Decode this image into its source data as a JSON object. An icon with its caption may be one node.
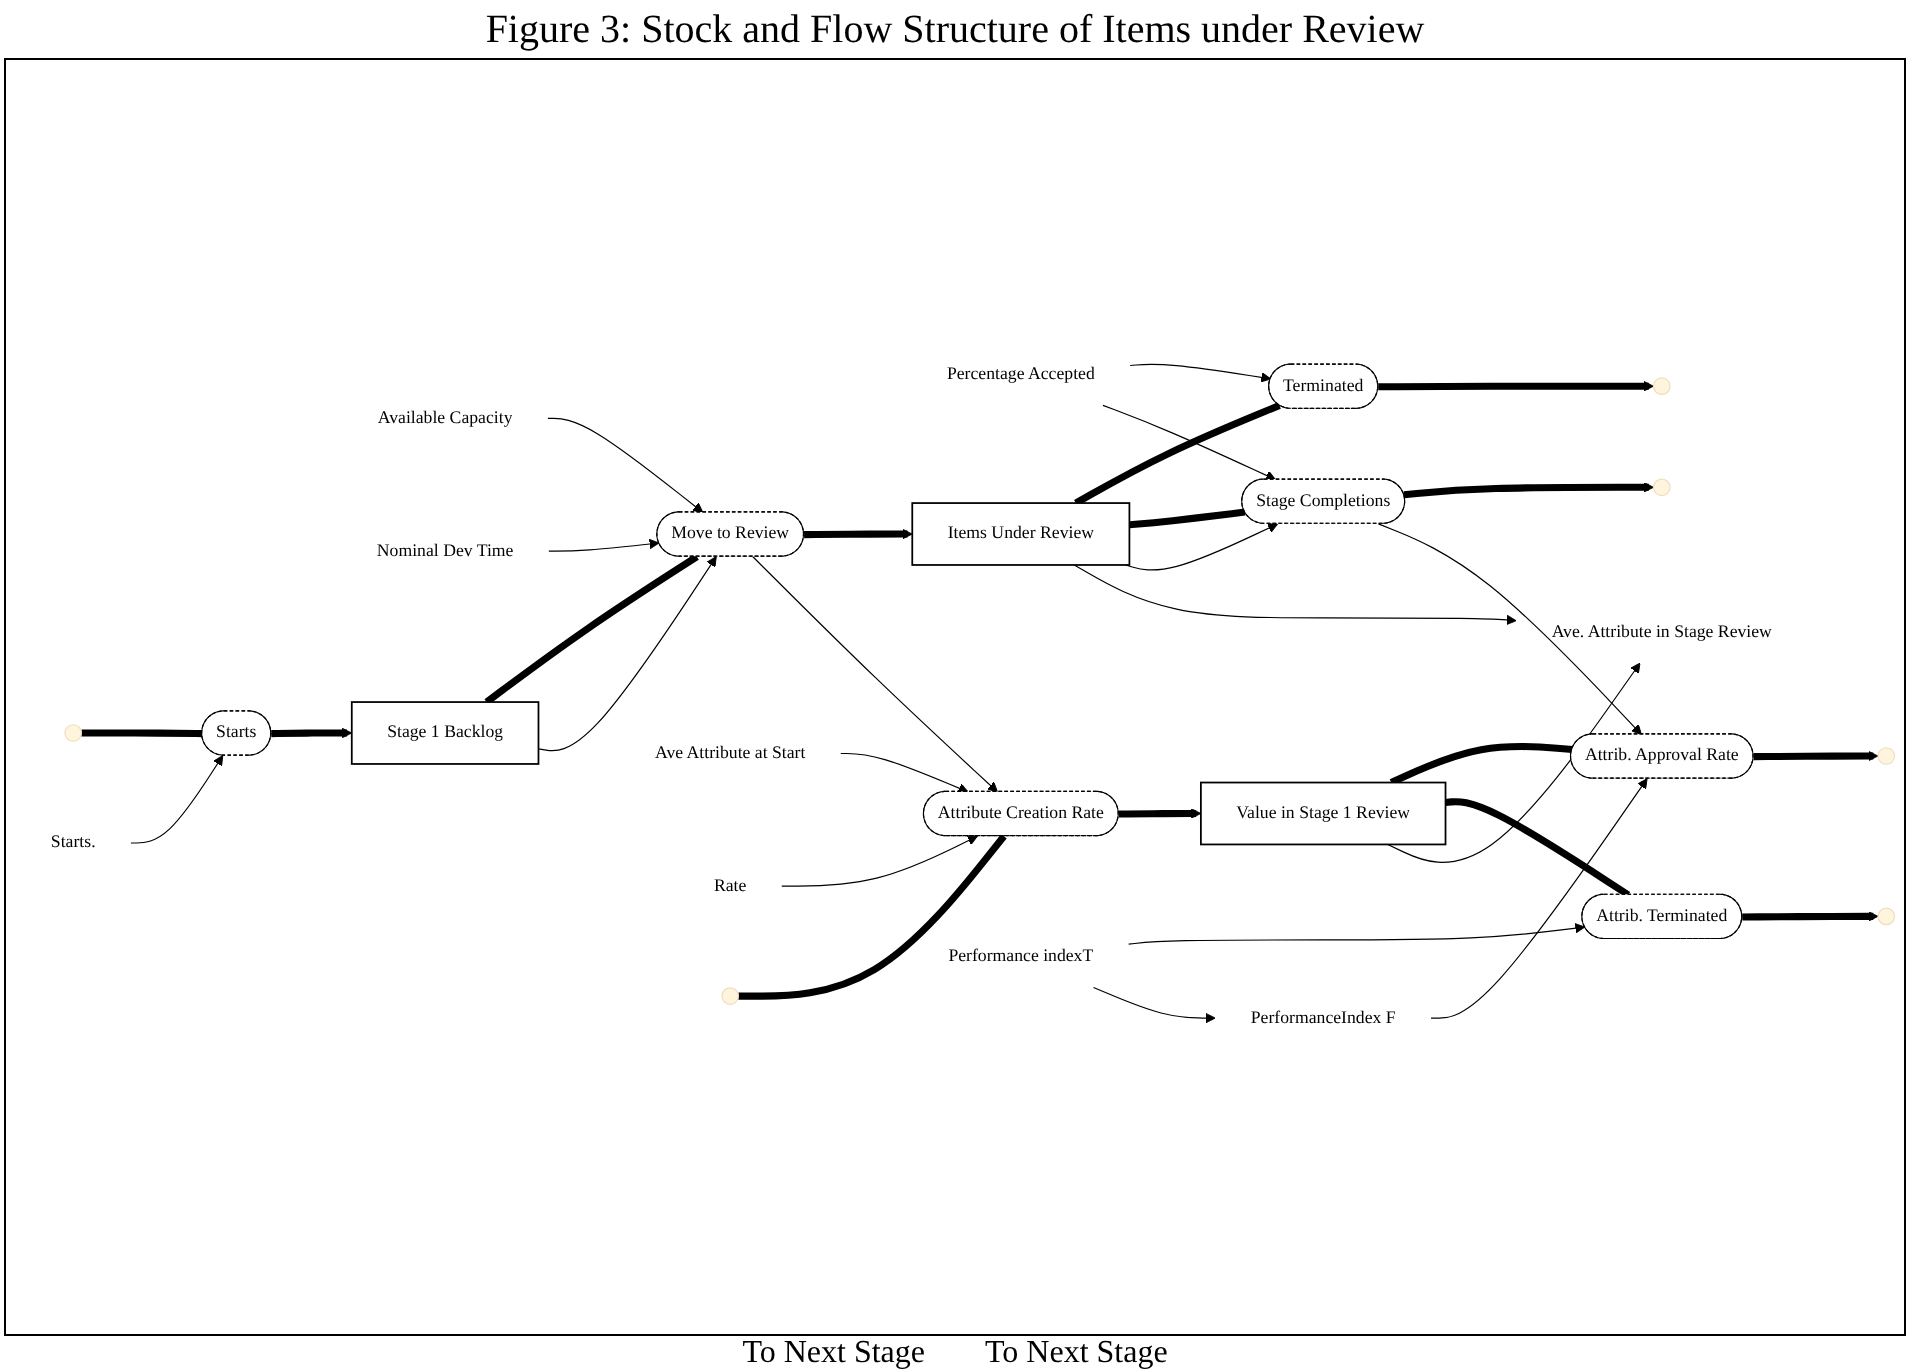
{
  "diagram": {
    "title": "Figure 3: Stock and Flow Structure of Items under Review",
    "nodes": [
      {
        "text": [
          "Available Capacity"
        ]
      },
      {
        "text": [
          "Nominal Dev Time"
        ]
      },
      {
        "text": [
          "Percentage Accepted"
        ]
      },
      {
        "text": [
          "Starts."
        ]
      },
      {
        "text": [
          "Terminated"
        ]
      },
      {
        "text": [
          "Stage 1 Backlog"
        ]
      },
      {
        "text": [
          "Starts"
        ]
      },
      {
        "text": [
          "Move to Review"
        ]
      },
      {
        "text": [
          "Items Under Review"
        ]
      },
      {
        "text": [
          "Stage Completions"
        ]
      },
      {
        "text": [
          "Ave. Attribute in Stage Review"
        ]
      },
      {
        "text": [
          "Value in Stage 1 Review"
        ]
      },
      {
        "text": [
          "Attribute Creation Rate"
        ]
      },
      {
        "text": [
          "Attrib. Approval Rate"
        ]
      },
      {
        "text": [
          "Ave Attribute at Start"
        ]
      },
      {
        "text": [
          "Rate"
        ]
      },
      {
        "text": [
          "Attrib. Terminated"
        ]
      },
      {
        "text": [
          "PerformanceIndex F"
        ]
      },
      {
        "text": [
          "Performance indexT"
        ]
      }
    ],
    "edges": [
      {
        "from": null,
        "to": 6,
        "arrow": "none",
        "style": "thick"
      },
      {
        "from": 6,
        "to": 5,
        "arrow": "to",
        "style": "thick"
      },
      {
        "from": 5,
        "to": 7,
        "arrow": "none",
        "style": "thick"
      },
      {
        "from": 7,
        "to": 8,
        "arrow": "to",
        "style": "thick"
      },
      {
        "from": 8,
        "to": 4,
        "arrow": "none",
        "style": "thick"
      },
      {
        "from": 4,
        "to": null,
        "arrow": "to",
        "style": "thick"
      },
      {
        "from": 8,
        "to": 9,
        "arrow": "none",
        "style": "thick"
      },
      {
        "from": 9,
        "to": null,
        "arrow": "to",
        "style": "thick"
      },
      {
        "from": null,
        "to": 12,
        "arrow": "none",
        "style": "thick"
      },
      {
        "from": 12,
        "to": 11,
        "arrow": "to",
        "style": "thick"
      },
      {
        "from": 11,
        "to": 13,
        "arrow": "none",
        "style": "thick"
      },
      {
        "from": 13,
        "to": null,
        "arrow": "to",
        "style": "thick"
      },
      {
        "from": 11,
        "to": 16,
        "arrow": "none",
        "style": "thick"
      },
      {
        "from": 16,
        "to": null,
        "arrow": "to",
        "style": "thick"
      },
      {
        "from": 3,
        "to": 6,
        "arrow": "to"
      },
      {
        "from": 0,
        "to": 7,
        "arrow": "to"
      },
      {
        "from": 1,
        "to": 7,
        "arrow": "to"
      },
      {
        "from": 5,
        "to": 7,
        "arrow": "to"
      },
      {
        "from": 2,
        "to": 4,
        "arrow": "to"
      },
      {
        "from": 2,
        "to": 9,
        "arrow": "to"
      },
      {
        "from": 8,
        "to": 9,
        "arrow": "to"
      },
      {
        "from": 8,
        "to": 10,
        "arrow": "to"
      },
      {
        "from": 7,
        "to": 12,
        "arrow": "to"
      },
      {
        "from": 11,
        "to": 10,
        "arrow": "to"
      },
      {
        "from": 9,
        "to": 13,
        "arrow": "to"
      },
      {
        "from": 14,
        "to": 12,
        "arrow": "to"
      },
      {
        "from": 15,
        "to": 12,
        "arrow": "to"
      },
      {
        "from": 17,
        "to": 13,
        "arrow": "to"
      },
      {
        "from": 18,
        "to": 16,
        "arrow": "to"
      },
      {
        "from": 18,
        "to": 17,
        "arrow": "to"
      }
    ],
    "labels": [
      "To Next Stage",
      "To Next Stage"
    ]
  }
}
